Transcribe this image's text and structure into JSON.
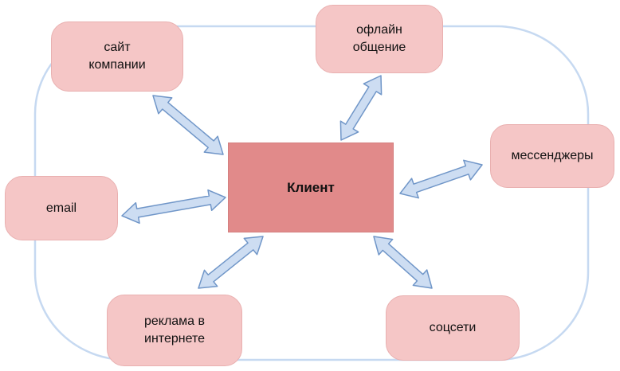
{
  "diagram": {
    "title": "",
    "center": {
      "id": "client",
      "label": "Клиент"
    },
    "nodes": [
      {
        "id": "company-site",
        "label": "сайт\nкомпании"
      },
      {
        "id": "offline-communication",
        "label": "офлайн\nобщение"
      },
      {
        "id": "messengers",
        "label": "мессенджеры"
      },
      {
        "id": "email",
        "label": "email"
      },
      {
        "id": "internet-ads",
        "label": "реклама в\nинтернете"
      },
      {
        "id": "social-networks",
        "label": "соцсети"
      }
    ],
    "edges": [
      {
        "from": "client",
        "to": "company-site",
        "bidirectional": true
      },
      {
        "from": "client",
        "to": "offline-communication",
        "bidirectional": true
      },
      {
        "from": "client",
        "to": "messengers",
        "bidirectional": true
      },
      {
        "from": "client",
        "to": "email",
        "bidirectional": true
      },
      {
        "from": "client",
        "to": "internet-ads",
        "bidirectional": true
      },
      {
        "from": "client",
        "to": "social-networks",
        "bidirectional": true
      }
    ],
    "colors": {
      "node_fill": "#f5c6c6",
      "node_border": "#e9b0b0",
      "center_fill": "#e18a8a",
      "arrow_fill": "#cdddf2",
      "arrow_stroke": "#7096c8",
      "boundary_stroke": "#c6d9f1",
      "text": "#111111"
    }
  }
}
